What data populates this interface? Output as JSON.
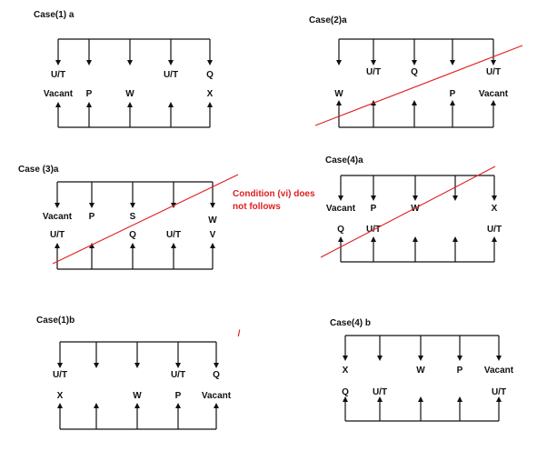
{
  "note": [
    "Condition (vi) does",
    "not follows"
  ],
  "cases": [
    {
      "id": "case1a",
      "caption": "Case(1) a",
      "top": [
        "U/T",
        "",
        "",
        "U/T",
        "Q"
      ],
      "bottom": [
        "Vacant",
        "P",
        "W",
        "",
        "X"
      ],
      "diagonal": false
    },
    {
      "id": "case2a",
      "caption": "Case(2)a",
      "top": [
        "",
        "U/T",
        "Q",
        "",
        "U/T"
      ],
      "bottom": [
        "W",
        "",
        "",
        "P",
        "Vacant"
      ],
      "diagonal": true
    },
    {
      "id": "case3a",
      "caption": "Case (3)a",
      "top": [
        "Vacant",
        "P",
        "S",
        "",
        ""
      ],
      "topExtra": "W",
      "bottom": [
        "U/T",
        "",
        "Q",
        "U/T",
        "V"
      ],
      "diagonal": true
    },
    {
      "id": "case4a",
      "caption": "Case(4)a",
      "top": [
        "Vacant",
        "P",
        "W",
        "",
        "X"
      ],
      "bottom": [
        "Q",
        "U/T",
        "",
        "",
        "U/T"
      ],
      "diagonal": true
    },
    {
      "id": "case1b",
      "caption": "Case(1)b",
      "top": [
        "U/T",
        "",
        "",
        "U/T",
        "Q"
      ],
      "bottom": [
        "X",
        "",
        "W",
        "P",
        "Vacant"
      ],
      "diagonal": false
    },
    {
      "id": "case4b",
      "caption": "Case(4) b",
      "top": [
        "X",
        "",
        "W",
        "P",
        "Vacant"
      ],
      "bottom": [
        "Q",
        "U/T",
        "",
        "",
        "U/T"
      ],
      "diagonal": false
    }
  ],
  "stray_mark": "/"
}
